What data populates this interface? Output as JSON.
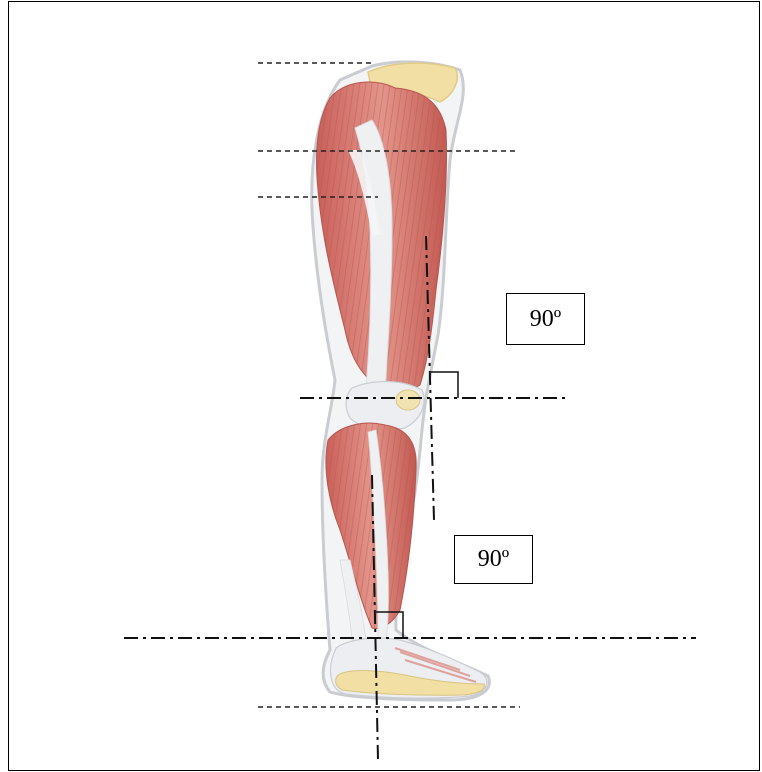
{
  "diagram": {
    "angle_labels": {
      "knee": "90º",
      "ankle": "90º"
    },
    "colors": {
      "muscle": "#d9827a",
      "muscle_dark": "#b8554e",
      "tendon": "#eef0f2",
      "bone": "#f1dfa4",
      "outline": "#c9ccd1",
      "reference_line": "#222222"
    },
    "illustration": "lateral-view-leg-muscles"
  }
}
